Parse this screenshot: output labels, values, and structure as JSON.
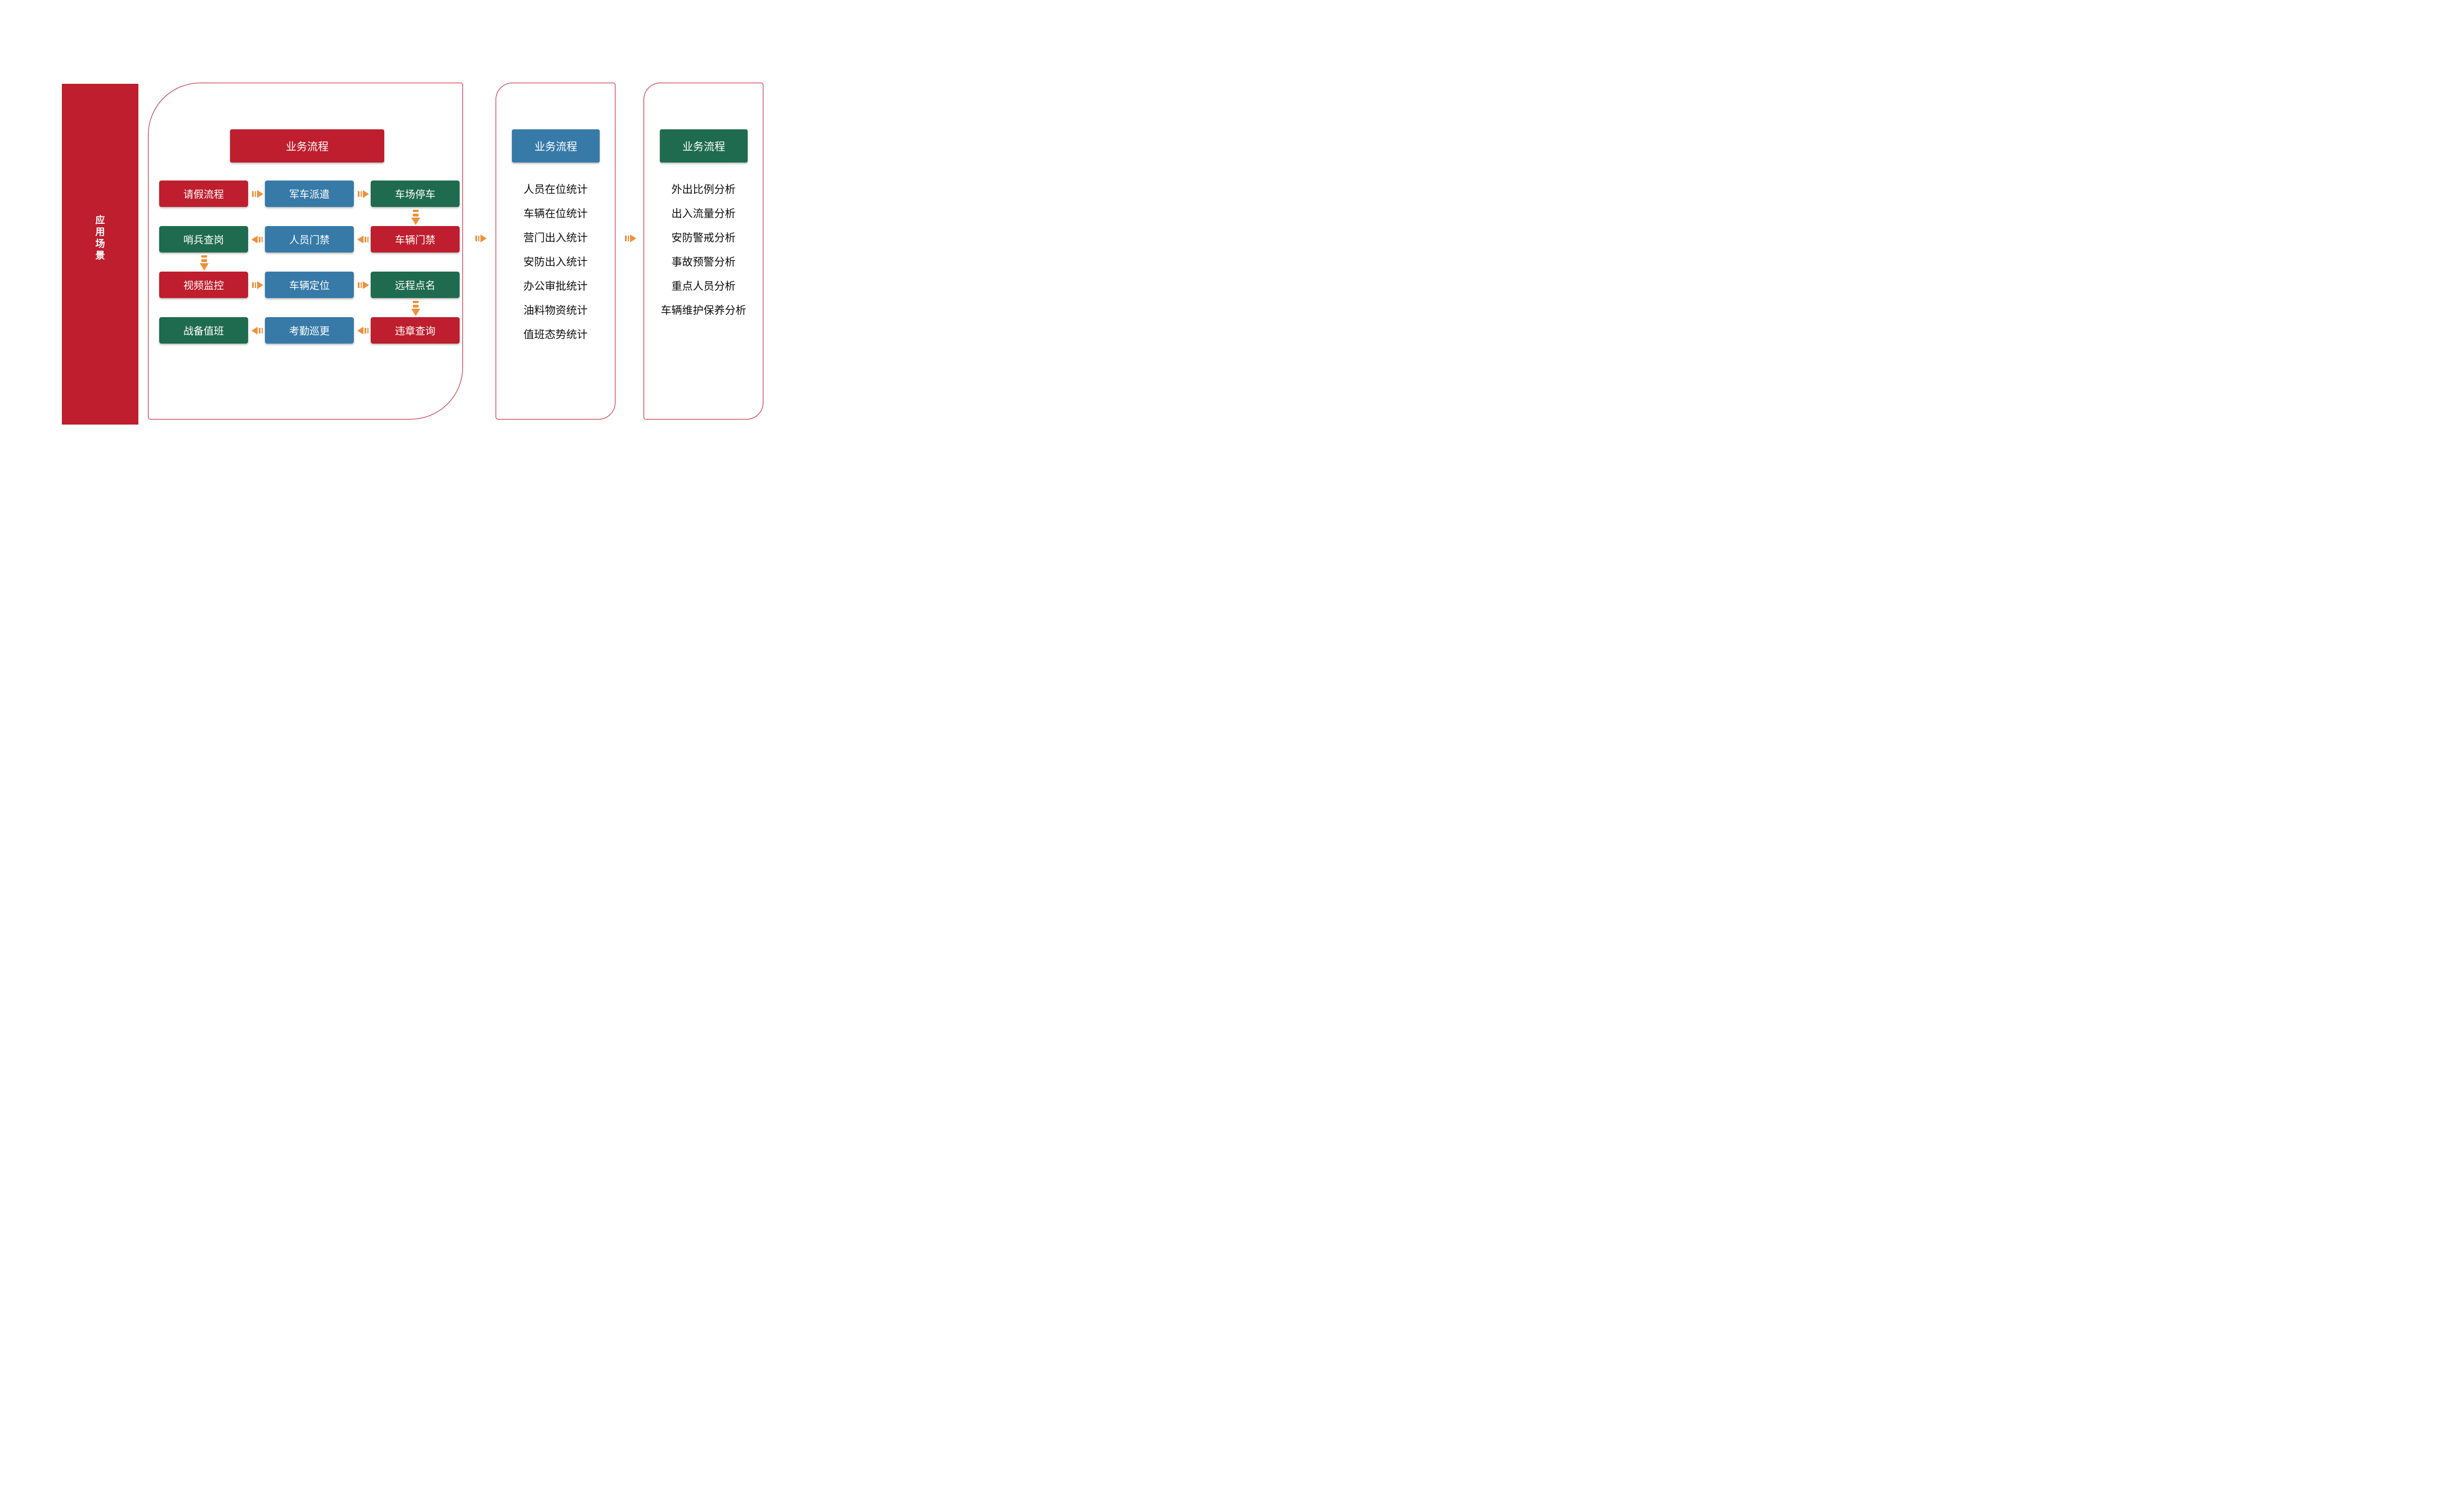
{
  "sidebar": {
    "label": "应用场景"
  },
  "colors": {
    "red": "#BE1E2D",
    "green": "#1F6B4F",
    "blue": "#377AA8",
    "orange": "#F0903A",
    "panel_border": "#C02032",
    "list_text": "#0D0D0D",
    "box_text": "#FFFFFF"
  },
  "panel_flow": {
    "header": "业务流程",
    "header_color": "red",
    "rows": [
      {
        "cells": [
          {
            "label": "请假流程",
            "color": "red"
          },
          {
            "label": "军车派遣",
            "color": "blue"
          },
          {
            "label": "车场停车",
            "color": "green"
          }
        ],
        "h_arrow": "right",
        "down_arrow_col": 3
      },
      {
        "cells": [
          {
            "label": "哨兵查岗",
            "color": "green"
          },
          {
            "label": "人员门禁",
            "color": "blue"
          },
          {
            "label": "车辆门禁",
            "color": "red"
          }
        ],
        "h_arrow": "left",
        "down_arrow_col": 1
      },
      {
        "cells": [
          {
            "label": "视频监控",
            "color": "red"
          },
          {
            "label": "车辆定位",
            "color": "blue"
          },
          {
            "label": "远程点名",
            "color": "green"
          }
        ],
        "h_arrow": "right",
        "down_arrow_col": 3
      },
      {
        "cells": [
          {
            "label": "战备值班",
            "color": "green"
          },
          {
            "label": "考勤巡更",
            "color": "blue"
          },
          {
            "label": "违章查询",
            "color": "red"
          }
        ],
        "h_arrow": "left",
        "down_arrow_col": null
      }
    ]
  },
  "panel_stats": {
    "header": "业务流程",
    "header_color": "blue",
    "items": [
      "人员在位统计",
      "车辆在位统计",
      "营门出入统计",
      "安防出入统计",
      "办公审批统计",
      "油料物资统计",
      "值班态势统计"
    ]
  },
  "panel_analysis": {
    "header": "业务流程",
    "header_color": "green",
    "items": [
      "外出比例分析",
      "出入流量分析",
      "安防警戒分析",
      "事故预警分析",
      "重点人员分析",
      "车辆维护保养分析"
    ]
  }
}
